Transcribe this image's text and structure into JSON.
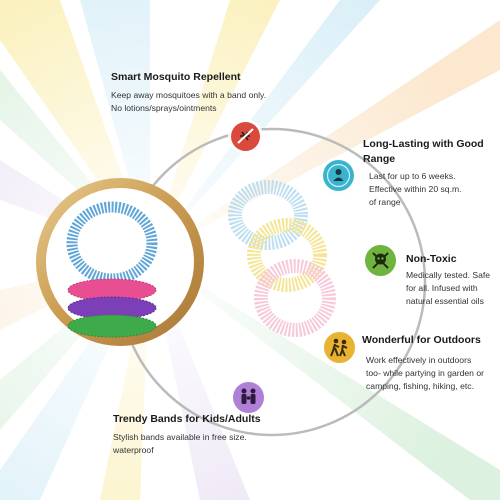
{
  "features": [
    {
      "title": "Smart Mosquito Repellent",
      "desc_lines": [
        "Keep away mosquitoes with a band only.",
        "No lotions/sprays/ointments"
      ],
      "icon": "no-mosquito-icon",
      "color": "#d94a3d"
    },
    {
      "title_lines": [
        "Long-Lasting with Good",
        "Range"
      ],
      "desc_lines": [
        "Last for up to 6 weeks.",
        "Effective within 20 sq.m.",
        "of range"
      ],
      "icon": "range-person-icon",
      "color": "#39b4cf"
    },
    {
      "title": "Non-Toxic",
      "desc_lines": [
        "Medically tested. Safe",
        "for all. Infused with",
        "natural essential oils"
      ],
      "icon": "skull-crossed-icon",
      "color": "#6fb43f"
    },
    {
      "title": "Wonderful for Outdoors",
      "desc_lines": [
        "Work effectively in outdoors",
        "too- while partying in garden or",
        "camping, fishing, hiking, etc."
      ],
      "icon": "hikers-icon",
      "color": "#e8b232"
    },
    {
      "title": "Trendy Bands for Kids/Adults",
      "desc_lines": [
        "Stylish bands available in free size.",
        "waterproof"
      ],
      "icon": "family-icon",
      "color": "#b07fd6"
    }
  ],
  "colors": {
    "ring": "#b9b9b9",
    "band_blue": "#5fa6d8",
    "band_pink": "#e84f93",
    "band_purple": "#7b3fb8",
    "band_green": "#3faa4c",
    "band_yellow": "#f4e38c",
    "pale_blue": "#b9dcf0",
    "pale_pink": "#f6c4d8"
  }
}
